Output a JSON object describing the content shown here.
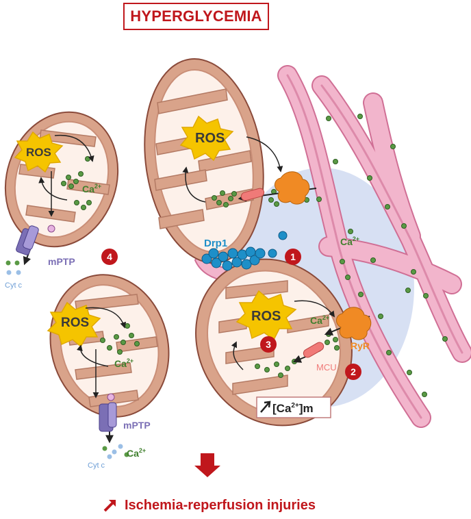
{
  "title": "HYPERGLYCEMIA",
  "labels": {
    "ros": "ROS",
    "ca": "Ca",
    "ca_sup": "2+",
    "drp1": "Drp1",
    "mptp": "mPTP",
    "cytc": "Cyt c",
    "ryr": "RyR",
    "mcu": "MCU",
    "cam_prefix": "[Ca",
    "cam_suffix": "]m"
  },
  "steps": [
    "1",
    "2",
    "3",
    "4"
  ],
  "footer": "Ischemia-reperfusion injuries",
  "colors": {
    "red": "#c0171c",
    "mito_outer": "#d9a38a",
    "mito_stroke": "#8a4a3a",
    "mito_inner": "#fdf1ea",
    "ros": "#f5c400",
    "ca_dot": "#5a9a45",
    "drp1": "#1e8fc8",
    "mptp": "#7b6fb5",
    "er": "#f2b5cc",
    "er_stroke": "#d06f95",
    "ryr": "#f08a24",
    "mcu": "#f07a78",
    "halo": "#c9d6ef",
    "cytc": "#9bbfe6"
  }
}
